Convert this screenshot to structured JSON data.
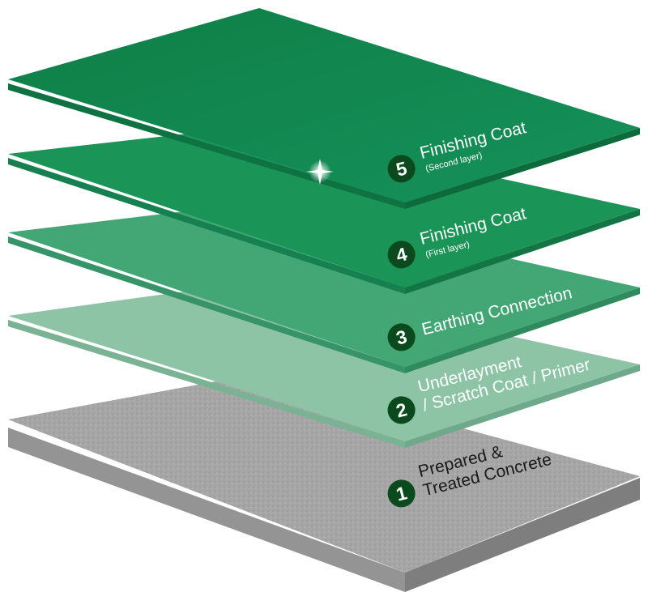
{
  "layers": [
    {
      "number": "5",
      "title": "Finishing Coat",
      "subtitle": "(Second layer)"
    },
    {
      "number": "4",
      "title": "Finishing Coat",
      "subtitle": "(First layer)"
    },
    {
      "number": "3",
      "title": "Earthing Connection"
    },
    {
      "number": "2",
      "line1": "Underlayment",
      "line2": "/ Scratch Coat / Primer"
    },
    {
      "number": "1",
      "line1": "Prepared &",
      "line2": "Treated Concrete"
    }
  ],
  "colors": {
    "layer5": "#128a4f",
    "layer4": "#1b9458",
    "layer3": "#43a675",
    "layer2": "#8dc4a6",
    "concrete": "#a9a9a9",
    "badge": "#0b4a1d"
  }
}
